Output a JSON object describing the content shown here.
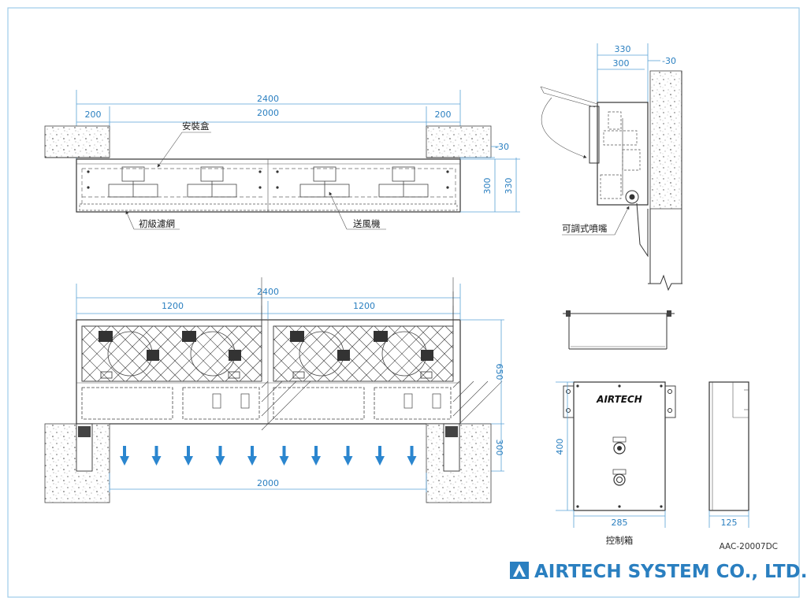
{
  "elevation_front": {
    "overall_width": "2400",
    "left_end": "200",
    "inner_width": "2000",
    "right_end": "200",
    "depth_inner": "300",
    "depth_outer": "330",
    "offset": "-30",
    "callout_box": "安裝盒",
    "callout_filter": "初級濾網",
    "callout_fan": "送風機"
  },
  "elevation_bottom": {
    "overall_width": "2400",
    "left_half": "1200",
    "right_half": "1200",
    "height": "650",
    "wall_depth": "300",
    "opening_width": "2000"
  },
  "side_view": {
    "outer": "330",
    "inner": "300",
    "offset": "-30",
    "callout_nozzle": "可調式噴嘴"
  },
  "control_box": {
    "brand_plate": "AIRTECH",
    "height": "400",
    "width": "285",
    "depth": "125",
    "caption": "控制箱"
  },
  "drawing_code": "AAC-20007DC",
  "company": {
    "name": "AIRTECH SYSTEM CO., LTD.",
    "logo": "airtech-logo"
  }
}
